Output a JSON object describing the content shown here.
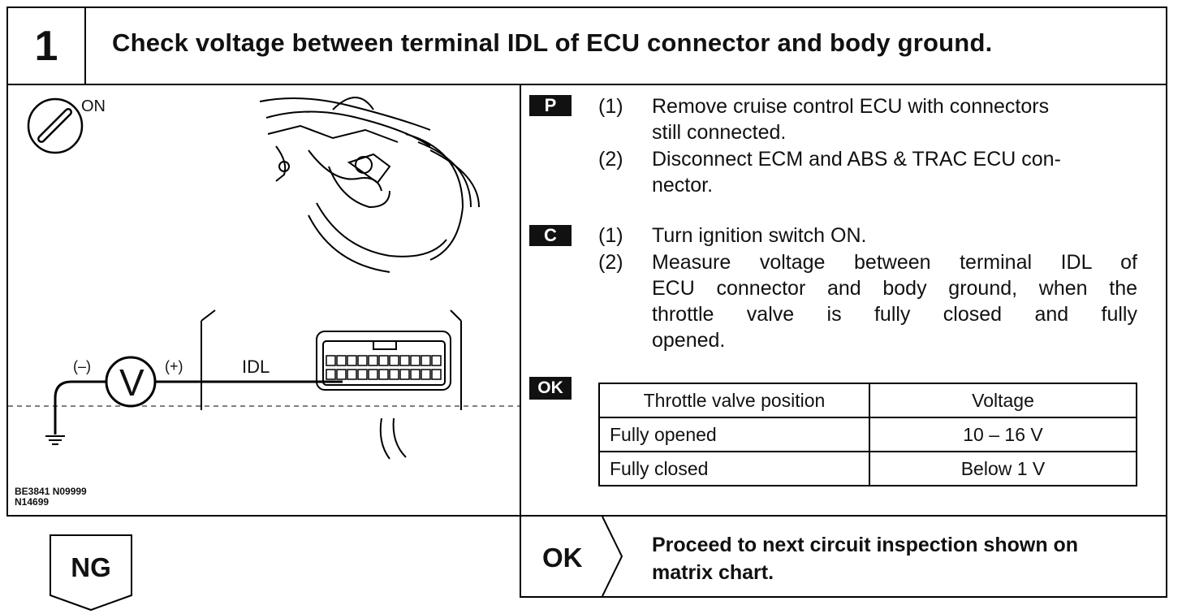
{
  "header": {
    "step_number": "1",
    "title": "Check voltage between terminal IDL of ECU connector and body ground."
  },
  "figure": {
    "ignition_label": "ON",
    "meter_symbol": "V",
    "negative_label": "(–)",
    "positive_label": "(+)",
    "terminal_label": "IDL",
    "code_line1": "BE3841 N09999",
    "code_line2": "N14699"
  },
  "procedure_p": {
    "badge": "P",
    "steps": [
      {
        "num": "(1)",
        "line1": "Remove cruise control ECU with connectors",
        "line2": "still connected."
      },
      {
        "num": "(2)",
        "line1": "Disconnect ECM and ABS & TRAC ECU con-",
        "line2": "nector."
      }
    ]
  },
  "procedure_c": {
    "badge": "C",
    "steps": [
      {
        "num": "(1)",
        "line1": "Turn ignition switch ON."
      },
      {
        "num": "(2)",
        "line1": "Measure voltage between terminal IDL of",
        "line2": "ECU connector and body ground, when the",
        "line3": "throttle valve is fully closed and fully",
        "line4": "opened."
      }
    ]
  },
  "ok_spec": {
    "badge": "OK",
    "headers": [
      "Throttle valve position",
      "Voltage"
    ],
    "rows": [
      [
        "Fully opened",
        "10 – 16 V"
      ],
      [
        "Fully closed",
        "Below 1 V"
      ]
    ]
  },
  "result_ng": {
    "label": "NG"
  },
  "result_ok": {
    "label": "OK",
    "line1": "Proceed to next circuit inspection shown on",
    "line2": "matrix chart."
  }
}
